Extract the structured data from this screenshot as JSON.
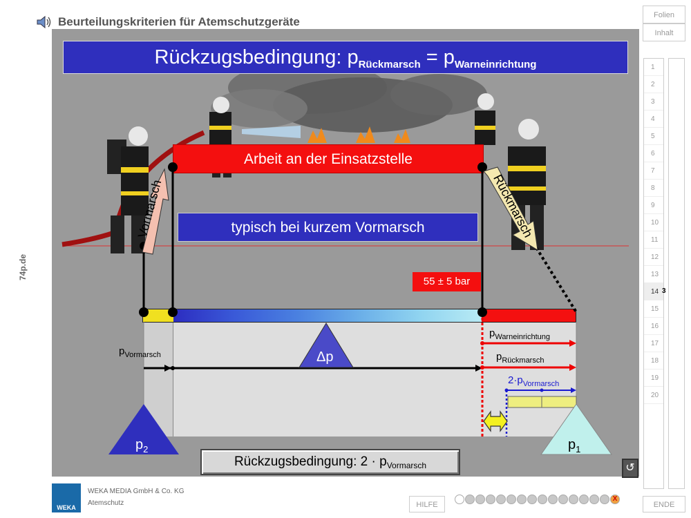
{
  "header": {
    "title": "Beurteilungskriterien für Atemschutzgeräte",
    "speaker_icon": "speaker-icon"
  },
  "side_brand": "74p.de",
  "nav": {
    "folien": "Folien",
    "inhalt": "Inhalt",
    "hilfe": "HILFE",
    "ende": "ENDE",
    "current_sub": "3"
  },
  "slides": [
    "1",
    "2",
    "3",
    "4",
    "5",
    "6",
    "7",
    "8",
    "9",
    "10",
    "11",
    "12",
    "13",
    "14",
    "15",
    "16",
    "17",
    "18",
    "19",
    "20"
  ],
  "active_slide": "14",
  "footer": {
    "company": "WEKA MEDIA GmbH & Co. KG",
    "product": "Atemschutz",
    "logo_text": "WEKA"
  },
  "main": {
    "title_prefix": "Rückzugsbedingung: p",
    "title_sub1": "Rückmarsch",
    "title_eq": " = p",
    "title_sub2": "Warneinrichtung",
    "work_label": "Arbeit an der Einsatzstelle",
    "typical_label": "typisch bei kurzem Vormarsch",
    "vormarsch_arrow": "Vormarsch",
    "rueckmarsch_arrow": "Rückmarsch",
    "pressure_box": "55 ± 5 bar",
    "p_prefix": "p",
    "p_vormarsch_sub": "Vormarsch",
    "p_warn_sub": "Warneinrichtung",
    "p_rueck_sub": "Rückmarsch",
    "two_p_prefix": "2·p",
    "two_p_sub": "Vormarsch",
    "delta_p": "Δp",
    "p2_label": "p",
    "p2_sub": "2",
    "p1_label": "p",
    "p1_sub": "1",
    "formula_prefix": "Rückzugsbedingung: 2 · p",
    "formula_sub": "Vormarsch"
  },
  "colors": {
    "accent_blue": "#2f2fbd",
    "accent_red": "#f40f0f",
    "stage_gray": "#9a9a9a"
  }
}
